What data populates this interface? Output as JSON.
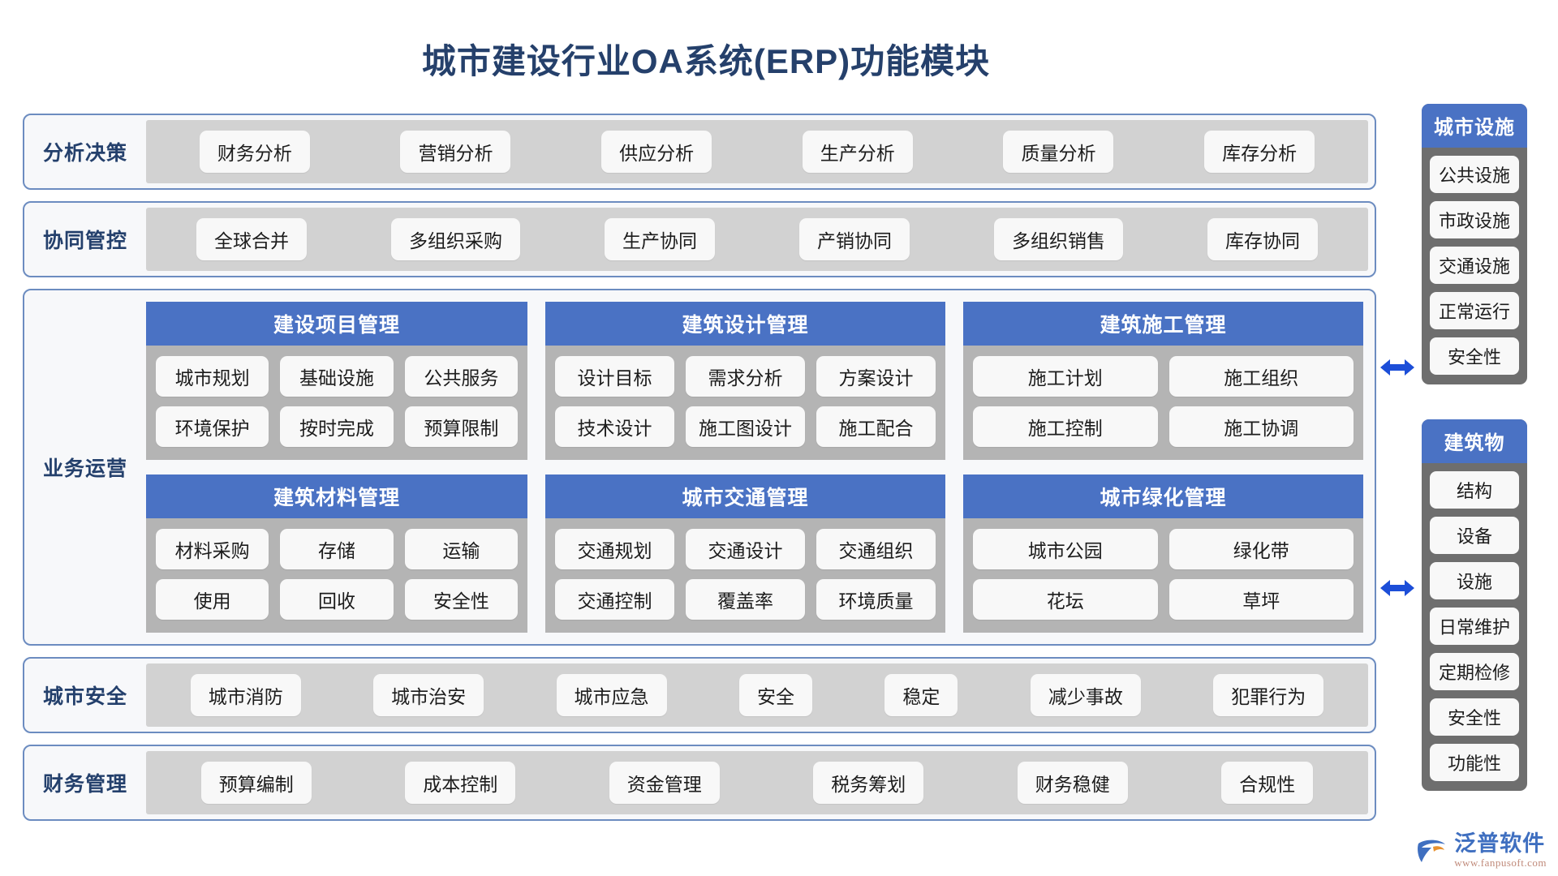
{
  "title": "城市建设行业OA系统(ERP)功能模块",
  "bands": [
    {
      "label": "分析决策",
      "items": [
        "财务分析",
        "营销分析",
        "供应分析",
        "生产分析",
        "质量分析",
        "库存分析"
      ]
    },
    {
      "label": "协同管控",
      "items": [
        "全球合并",
        "多组织采购",
        "生产协同",
        "产销协同",
        "多组织销售",
        "库存协同"
      ]
    }
  ],
  "operations": {
    "label": "业务运营",
    "cards": [
      {
        "title": "建设项目管理",
        "rows": [
          [
            "城市规划",
            "基础设施",
            "公共服务"
          ],
          [
            "环境保护",
            "按时完成",
            "预算限制"
          ]
        ]
      },
      {
        "title": "建筑设计管理",
        "rows": [
          [
            "设计目标",
            "需求分析",
            "方案设计"
          ],
          [
            "技术设计",
            "施工图设计",
            "施工配合"
          ]
        ]
      },
      {
        "title": "建筑施工管理",
        "rows": [
          [
            "施工计划",
            "施工组织"
          ],
          [
            "施工控制",
            "施工协调"
          ]
        ]
      },
      {
        "title": "建筑材料管理",
        "rows": [
          [
            "材料采购",
            "存储",
            "运输"
          ],
          [
            "使用",
            "回收",
            "安全性"
          ]
        ]
      },
      {
        "title": "城市交通管理",
        "rows": [
          [
            "交通规划",
            "交通设计",
            "交通组织"
          ],
          [
            "交通控制",
            "覆盖率",
            "环境质量"
          ]
        ]
      },
      {
        "title": "城市绿化管理",
        "rows": [
          [
            "城市公园",
            "绿化带"
          ],
          [
            "花坛",
            "草坪"
          ]
        ]
      }
    ]
  },
  "bottom_bands": [
    {
      "label": "城市安全",
      "items": [
        "城市消防",
        "城市治安",
        "城市应急",
        "安全",
        "稳定",
        "减少事故",
        "犯罪行为"
      ]
    },
    {
      "label": "财务管理",
      "items": [
        "预算编制",
        "成本控制",
        "资金管理",
        "税务筹划",
        "财务稳健",
        "合规性"
      ]
    }
  ],
  "side_panels": [
    {
      "title": "城市设施",
      "items": [
        "公共设施",
        "市政设施",
        "交通设施",
        "正常运行",
        "安全性"
      ]
    },
    {
      "title": "建筑物",
      "items": [
        "结构",
        "设备",
        "设施",
        "日常维护",
        "定期检修",
        "安全性",
        "功能性"
      ]
    }
  ],
  "logo": {
    "name": "泛普软件",
    "url": "www.fanpusoft.com"
  },
  "colors": {
    "title": "#25406b",
    "accent": "#4a72c4",
    "band_border": "#6c8cc0",
    "band_body": "#d2d2d2",
    "card_body": "#b4b4b4",
    "panel_bg": "#6e6e6e",
    "arrow": "#1c4ed8"
  }
}
